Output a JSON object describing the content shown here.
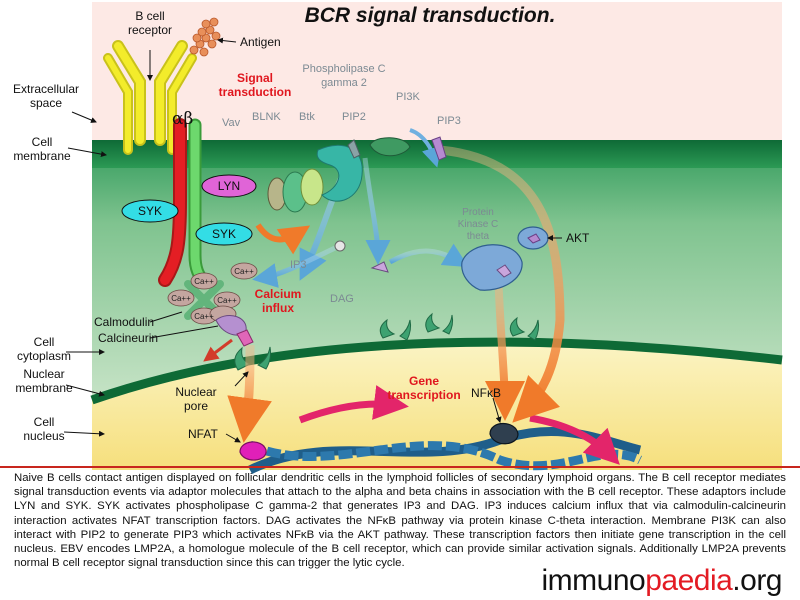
{
  "title": "BCR signal transduction.",
  "labels": {
    "bcr": [
      "B cell",
      "receptor"
    ],
    "antigen": "Antigen",
    "signal": [
      "Signal",
      "transduction"
    ],
    "plc": [
      "Phospholipase C",
      "gamma 2"
    ],
    "vav": "Vav",
    "blnk": "BLNK",
    "btk": "Btk",
    "pip2": "PIP2",
    "pi3k": "PI3K",
    "pip3": "PIP3",
    "alpha_beta": "αβ",
    "extracellular": [
      "Extracellular",
      "space"
    ],
    "cell_membrane": [
      "Cell",
      "membrane"
    ],
    "lyn": "LYN",
    "syk": "SYK",
    "ip3": "IP3",
    "dag": "DAG",
    "pkc": [
      "Protein",
      "Kinase C",
      "theta"
    ],
    "akt": "AKT",
    "ca": "Ca++",
    "calcium": [
      "Calcium",
      "influx"
    ],
    "calmodulin": "Calmodulin",
    "calcineurin": "Calcineurin",
    "cytoplasm": [
      "Cell",
      "cytoplasm"
    ],
    "nuclear_membrane": [
      "Nuclear",
      "membrane"
    ],
    "nuclear_pore": [
      "Nuclear",
      "pore"
    ],
    "gene": [
      "Gene",
      "transcription"
    ],
    "nfkb": "NFκB",
    "nfat": "NFAT",
    "nucleus": [
      "Cell",
      "nucleus"
    ]
  },
  "caption": "Naive B cells contact antigen displayed on follicular dendritic cells in the lymphoid follicles of secondary lymphoid organs. The B cell receptor mediates signal transduction events via adaptor molecules that attach to the alpha and beta chains in association with the B cell receptor. These adaptors include LYN and SYK. SYK activates phospholipase C gamma-2 that generates IP3 and DAG. IP3 induces calcium influx that via calmodulin-calcineurin interaction activates NFAT transcription factors. DAG activates the NFκB pathway via protein kinase C-theta interaction. Membrane PI3K can also interact with PIP2 to generate PIP3 which activates NFκB via the AKT pathway. These transcription factors then initiate gene transcription in the cell nucleus. EBV encodes LMP2A, a homologue molecule of the B cell receptor, which can provide similar activation signals. Additionally LMP2A prevents normal B cell receptor signal transduction since this can trigger the lytic cycle.",
  "logo": {
    "pre": "immuno",
    "mid": "paedia",
    "post": ".org"
  }
}
